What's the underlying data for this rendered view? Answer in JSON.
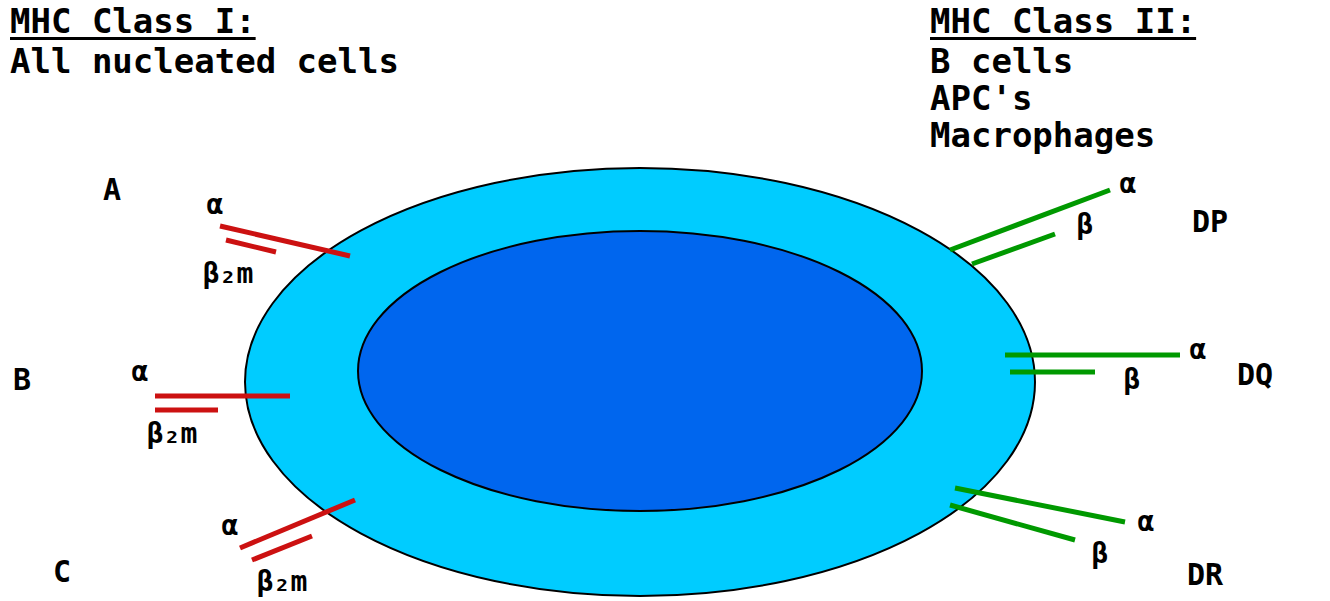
{
  "diagram": {
    "labels": [
      "MHC Class I:",
      "All nucleated cells",
      "MHC Class II:",
      "B cells",
      "APC's",
      "Macrophages",
      "A",
      "α",
      "β₂m",
      "B",
      "α",
      "β₂m",
      "C",
      "α",
      "β₂m",
      "DP",
      "α",
      "β",
      "DQ",
      "α",
      "β",
      "DR",
      "α",
      "β"
    ]
  }
}
